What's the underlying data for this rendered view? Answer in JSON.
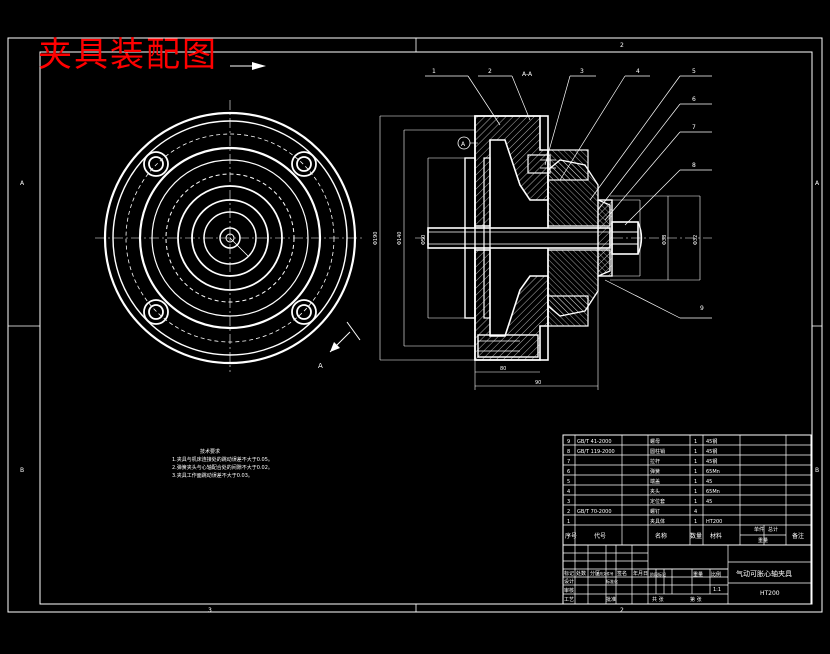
{
  "title": "夹具装配图",
  "zone_markers": {
    "top": "2",
    "bottom_left": "3",
    "bottom_right": "2",
    "left_a": "A",
    "left_b": "B",
    "right_a": "A",
    "right_b": "B"
  },
  "section_label": "A-A",
  "view_arrow_label": "A",
  "circle_label": "A",
  "leaders": [
    "1",
    "2",
    "3",
    "4",
    "5",
    "6",
    "7",
    "8",
    "9"
  ],
  "technical_notes": {
    "heading": "技术要求",
    "lines": [
      "1.夹具与机床连接处的跳动误差不大于0.05。",
      "2.弹簧夹头与心轴配合处的间隙不大于0.02。",
      "3.夹具工作面跳动误差不大于0.03。"
    ]
  },
  "bom": [
    {
      "no": "9",
      "std": "GB/T 41-2000",
      "name": "螺母",
      "qty": "1",
      "mat": "45钢",
      "note": ""
    },
    {
      "no": "8",
      "std": "GB/T 119-2000",
      "name": "圆柱销",
      "qty": "1",
      "mat": "45钢",
      "note": ""
    },
    {
      "no": "7",
      "std": "",
      "name": "拉杆",
      "qty": "1",
      "mat": "45钢",
      "note": ""
    },
    {
      "no": "6",
      "std": "",
      "name": "弹簧",
      "qty": "1",
      "mat": "65Mn",
      "note": ""
    },
    {
      "no": "5",
      "std": "",
      "name": "端盖",
      "qty": "1",
      "mat": "45",
      "note": ""
    },
    {
      "no": "4",
      "std": "",
      "name": "夹头",
      "qty": "1",
      "mat": "65Mn",
      "note": ""
    },
    {
      "no": "3",
      "std": "",
      "name": "定位套",
      "qty": "1",
      "mat": "45",
      "note": ""
    },
    {
      "no": "2",
      "std": "GB/T 70-2000",
      "name": "螺钉",
      "qty": "4",
      "mat": "",
      "note": ""
    },
    {
      "no": "1",
      "std": "",
      "name": "夹具体",
      "qty": "1",
      "mat": "HT200",
      "note": ""
    }
  ],
  "bom_header": {
    "no": "序号",
    "std": "代号",
    "name": "名称",
    "qty": "数量",
    "mat": "材料",
    "single": "单件",
    "total": "总计",
    "weight": "重量",
    "note": "备注"
  },
  "title_block": {
    "drawing_name": "气动可胀心轴夹具",
    "material": "HT200",
    "scale": "1:1",
    "labels": [
      "标记",
      "处数",
      "分区",
      "更改文件号",
      "签名",
      "年月日",
      "设计",
      "标准化",
      "审核",
      "工艺",
      "批准",
      "阶段标记",
      "重量",
      "比例",
      "共 张",
      "第 张"
    ]
  },
  "dimensions": [
    "Φ190",
    "Φ140",
    "Φ50",
    "Φ38",
    "80",
    "90",
    "Φ32"
  ]
}
